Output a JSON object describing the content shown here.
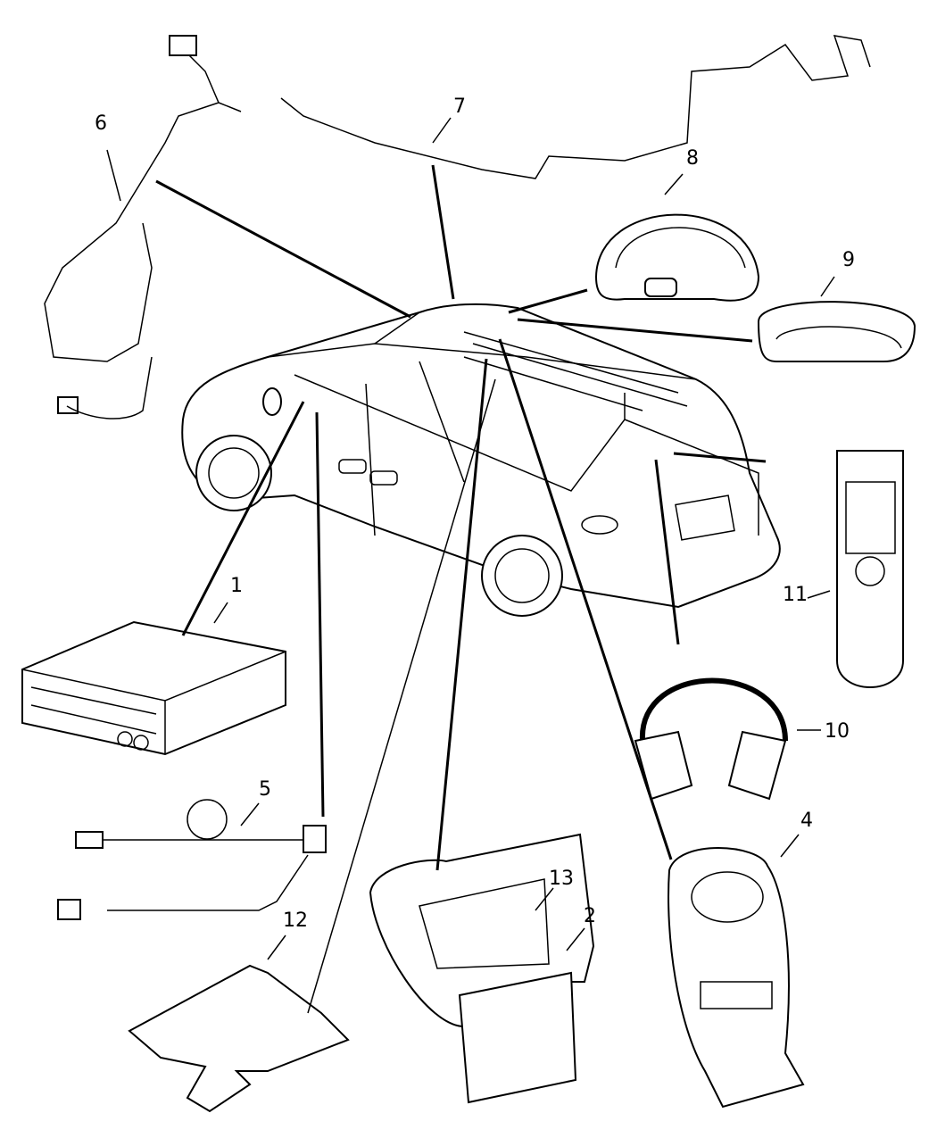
{
  "diagram": {
    "callouts": {
      "c1": "1",
      "c2": "2",
      "c4": "4",
      "c5": "5",
      "c6": "6",
      "c7": "7",
      "c8": "8",
      "c9": "9",
      "c10": "10",
      "c11": "11",
      "c12": "12",
      "c13": "13"
    },
    "line_color": "#000000",
    "background": "#ffffff"
  }
}
